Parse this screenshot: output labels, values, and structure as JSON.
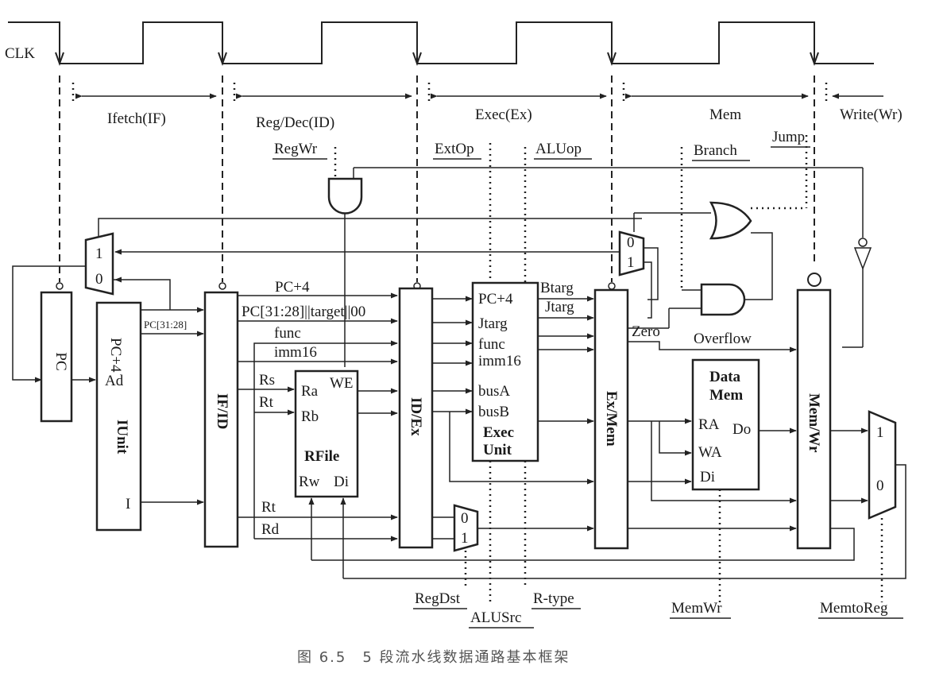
{
  "clock": {
    "label": "CLK"
  },
  "stages": {
    "if": "Ifetch(IF)",
    "id": "Reg/Dec(ID)",
    "ex": "Exec(Ex)",
    "mem": "Mem",
    "wr": "Write(Wr)"
  },
  "control": {
    "regwr": "RegWr",
    "extop": "ExtOp",
    "aluop": "ALUop",
    "branch": "Branch",
    "jump": "Jump",
    "regdst": "RegDst",
    "alusrc": "ALUSrc",
    "rtype": "R-type",
    "memwr": "MemWr",
    "memtoreg": "MemtoReg"
  },
  "pc": {
    "label": "PC"
  },
  "iunit": {
    "pc4": "PC+4",
    "ad": "Ad",
    "name": "IUnit",
    "i": "I"
  },
  "pipe_regs": {
    "ifid": "IF/ID",
    "idex": "ID/Ex",
    "exmem": "Ex/Mem",
    "memwr": "Mem/Wr"
  },
  "signals": {
    "pc3128": "PC[31:28]",
    "pc4": "PC+4",
    "jtarget": "PC[31:28]||target||00",
    "func": "func",
    "imm16": "imm16",
    "rs": "Rs",
    "rt": "Rt",
    "rt2": "Rt",
    "rd": "Rd",
    "btarg": "Btarg",
    "jtarg": "Jtarg",
    "zero": "Zero",
    "overflow": "Overflow"
  },
  "rfile": {
    "ra": "Ra",
    "rb": "Rb",
    "we": "WE",
    "name": "RFile",
    "rw": "Rw",
    "di": "Di"
  },
  "exec": {
    "pc4": "PC+4",
    "jtarg": "Jtarg",
    "func": "func",
    "imm16": "imm16",
    "busa": "busA",
    "busb": "busB",
    "name1": "Exec",
    "name2": "Unit"
  },
  "dmem": {
    "name1": "Data",
    "name2": "Mem",
    "ra": "RA",
    "do": "Do",
    "wa": "WA",
    "di": "Di"
  },
  "mux": {
    "one": "1",
    "zero": "0"
  },
  "caption": "图 6.5　5 段流水线数据通路基本框架"
}
